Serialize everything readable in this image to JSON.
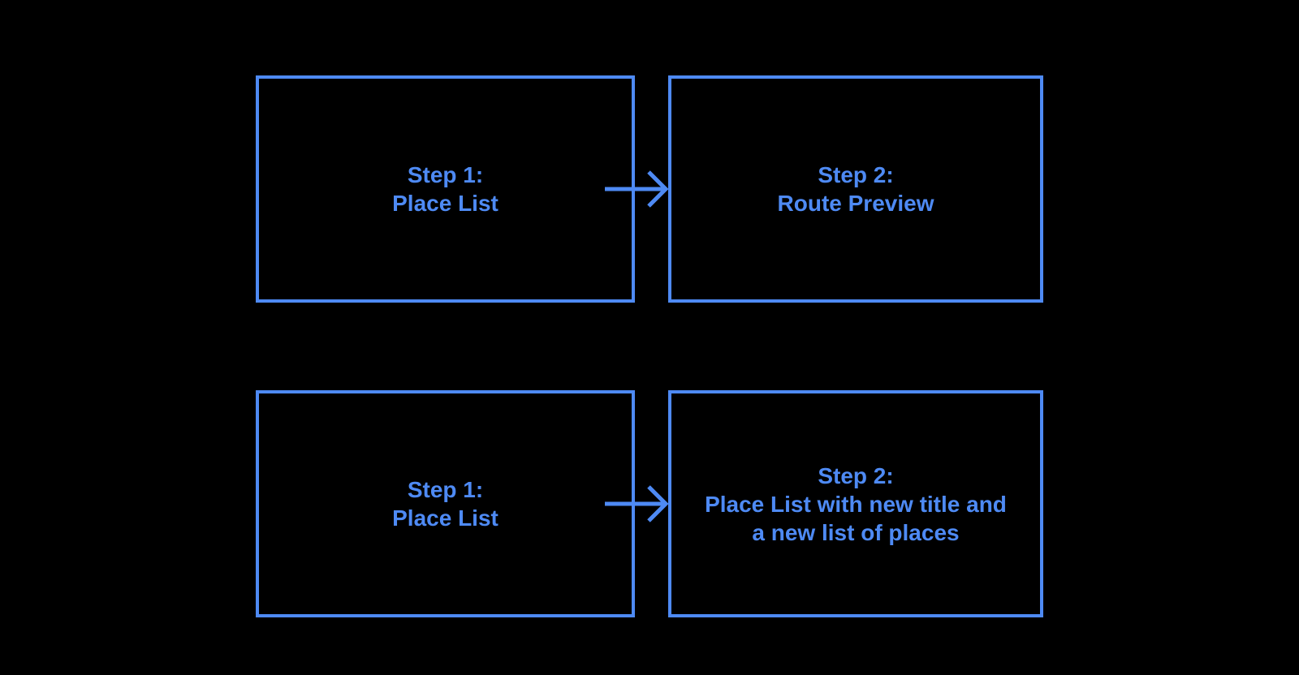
{
  "colors": {
    "background": "#000000",
    "accent": "#4e8af4"
  },
  "diagram": {
    "rows": [
      {
        "source": {
          "lines": [
            "Step 1:",
            "Place List"
          ]
        },
        "connector": "arrow-right",
        "target": {
          "lines": [
            "Step 2:",
            "Route Preview"
          ]
        }
      },
      {
        "source": {
          "lines": [
            "Step 1:",
            "Place List"
          ]
        },
        "connector": "arrow-right",
        "target": {
          "lines": [
            "Step 2:",
            "Place List with new title and",
            "a new list of places"
          ]
        }
      }
    ]
  }
}
